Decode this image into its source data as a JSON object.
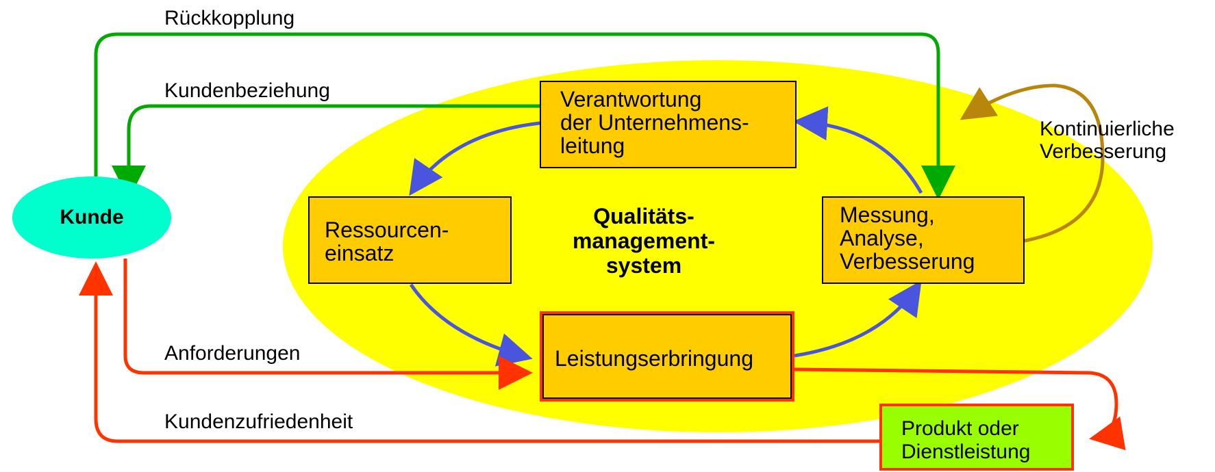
{
  "diagram": {
    "customer": "Kunde",
    "center": "Qualitäts-\nmanagement-\nsystem",
    "boxes": {
      "responsibility": "Verantwortung\nder Unternehmens-\nleitung",
      "resources": "Ressourcen-\neinsatz",
      "measurement": "Messung,\nAnalyse,\nVerbesserung",
      "delivery": "Leistungserbringung",
      "product": "Produkt oder\nDienstleistung"
    },
    "flows": {
      "feedback": "Rückkopplung",
      "relationship": "Kundenbeziehung",
      "requirements": "Anforderungen",
      "satisfaction": "Kundenzufriedenheit",
      "improvement": "Kontinuierliche\nVerbesserung"
    },
    "colors": {
      "ellipse": "#ffff00",
      "box": "#ffcc00",
      "customer": "#00ffcc",
      "product": "#99ff00",
      "green_arrow": "#00aa00",
      "blue_arrow": "#4a55dd",
      "red_arrow": "#ff3300",
      "brown_arrow": "#b8860b"
    }
  }
}
